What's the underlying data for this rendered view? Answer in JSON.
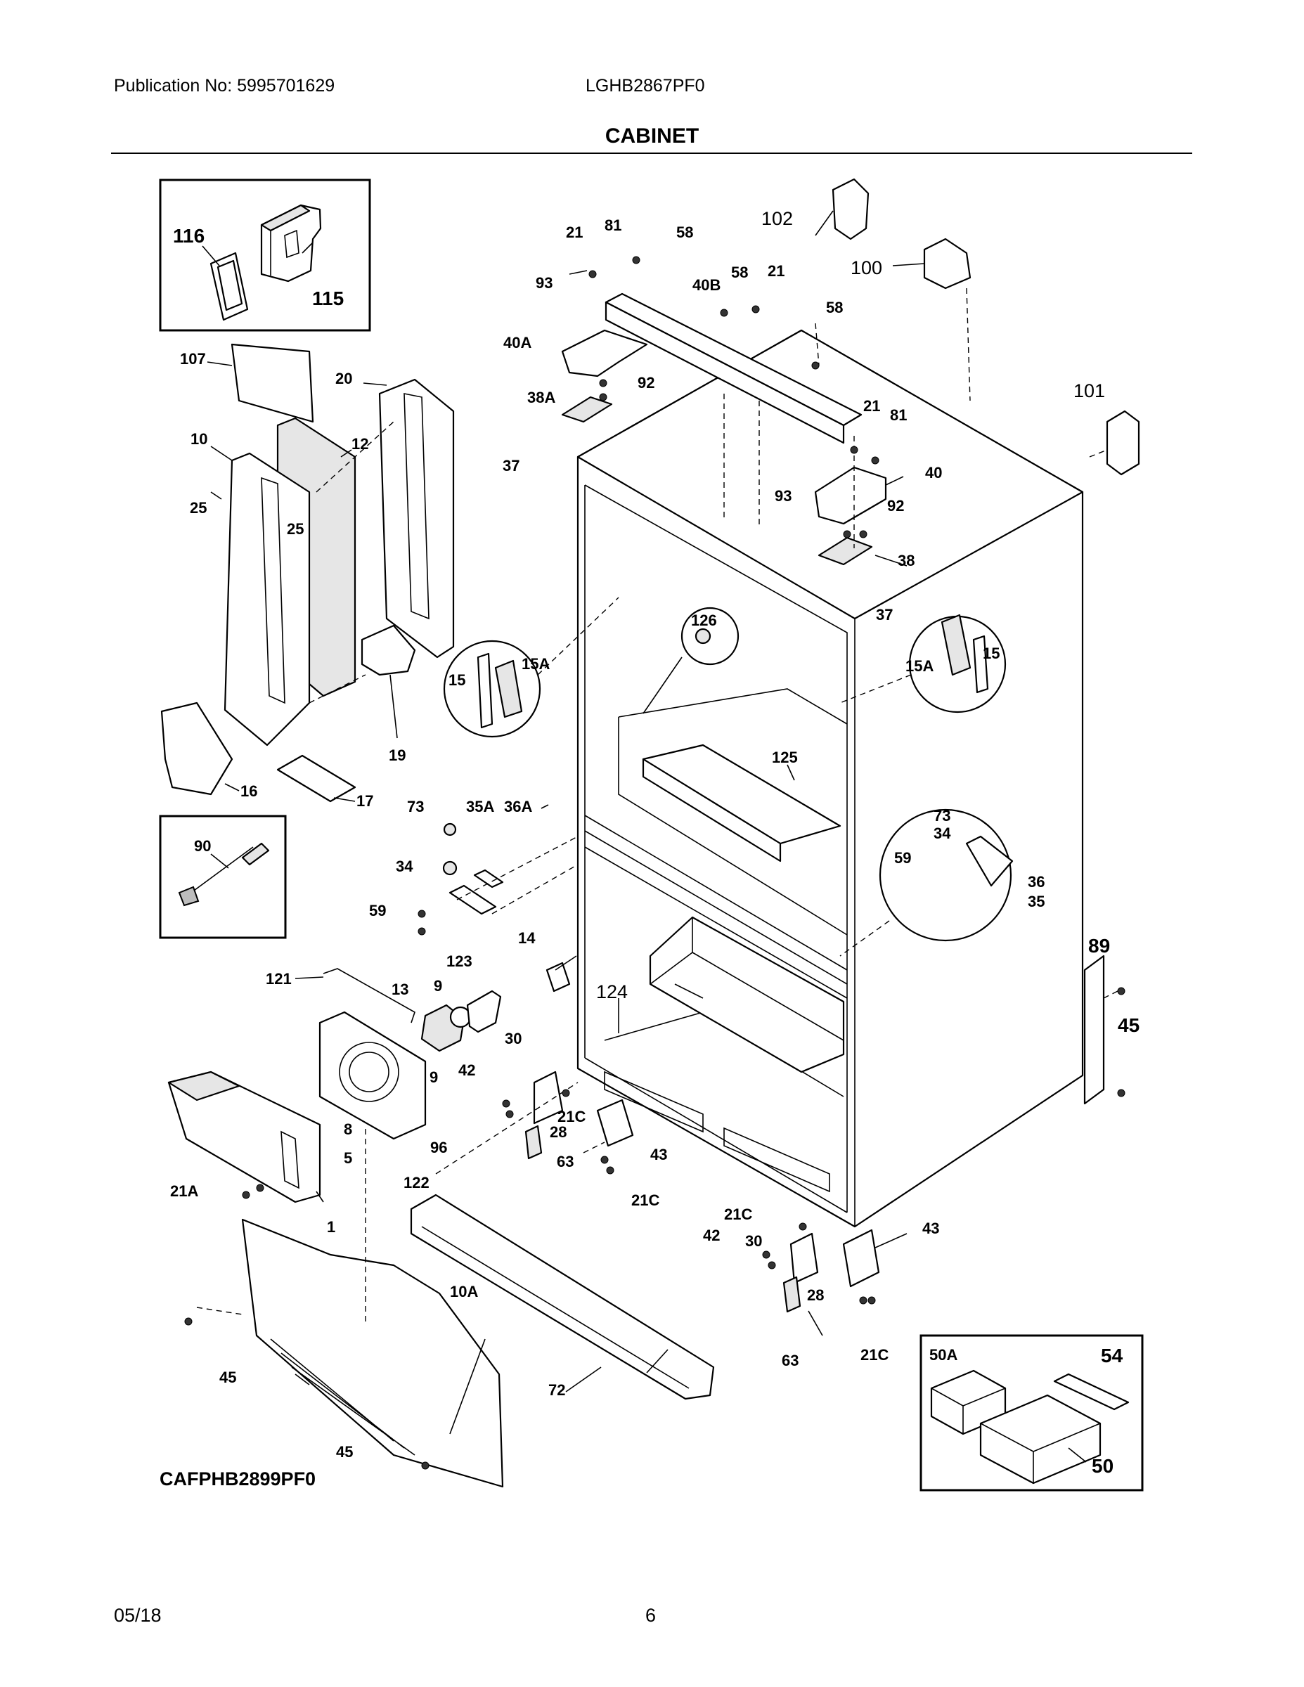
{
  "header": {
    "publication": "Publication No: 5995701629",
    "model": "LGHB2867PF0",
    "section_title": "CABINET"
  },
  "footer": {
    "date": "05/18",
    "page": "6"
  },
  "diagram": {
    "model_variant_label": "CAFPHB2899PF0",
    "part_labels": [
      "116",
      "115",
      "107",
      "20",
      "10",
      "12",
      "25",
      "25",
      "19",
      "16",
      "17",
      "90",
      "73",
      "35A",
      "36A",
      "34",
      "59",
      "121",
      "13",
      "9",
      "123",
      "14",
      "30",
      "42",
      "9",
      "96",
      "122",
      "8",
      "5",
      "21A",
      "1",
      "21C",
      "28",
      "63",
      "43",
      "21C",
      "21",
      "81",
      "58",
      "102",
      "100",
      "93",
      "40B",
      "58",
      "21",
      "58",
      "40A",
      "92",
      "38A",
      "37",
      "101",
      "21",
      "81",
      "93",
      "40",
      "92",
      "38",
      "37",
      "126",
      "15",
      "15A",
      "15A",
      "15",
      "125",
      "73",
      "34",
      "59",
      "36",
      "35",
      "124",
      "89",
      "45",
      "10A",
      "45",
      "72",
      "45",
      "21C",
      "42",
      "30",
      "43",
      "28",
      "63",
      "21C",
      "50A",
      "54",
      "50"
    ]
  }
}
